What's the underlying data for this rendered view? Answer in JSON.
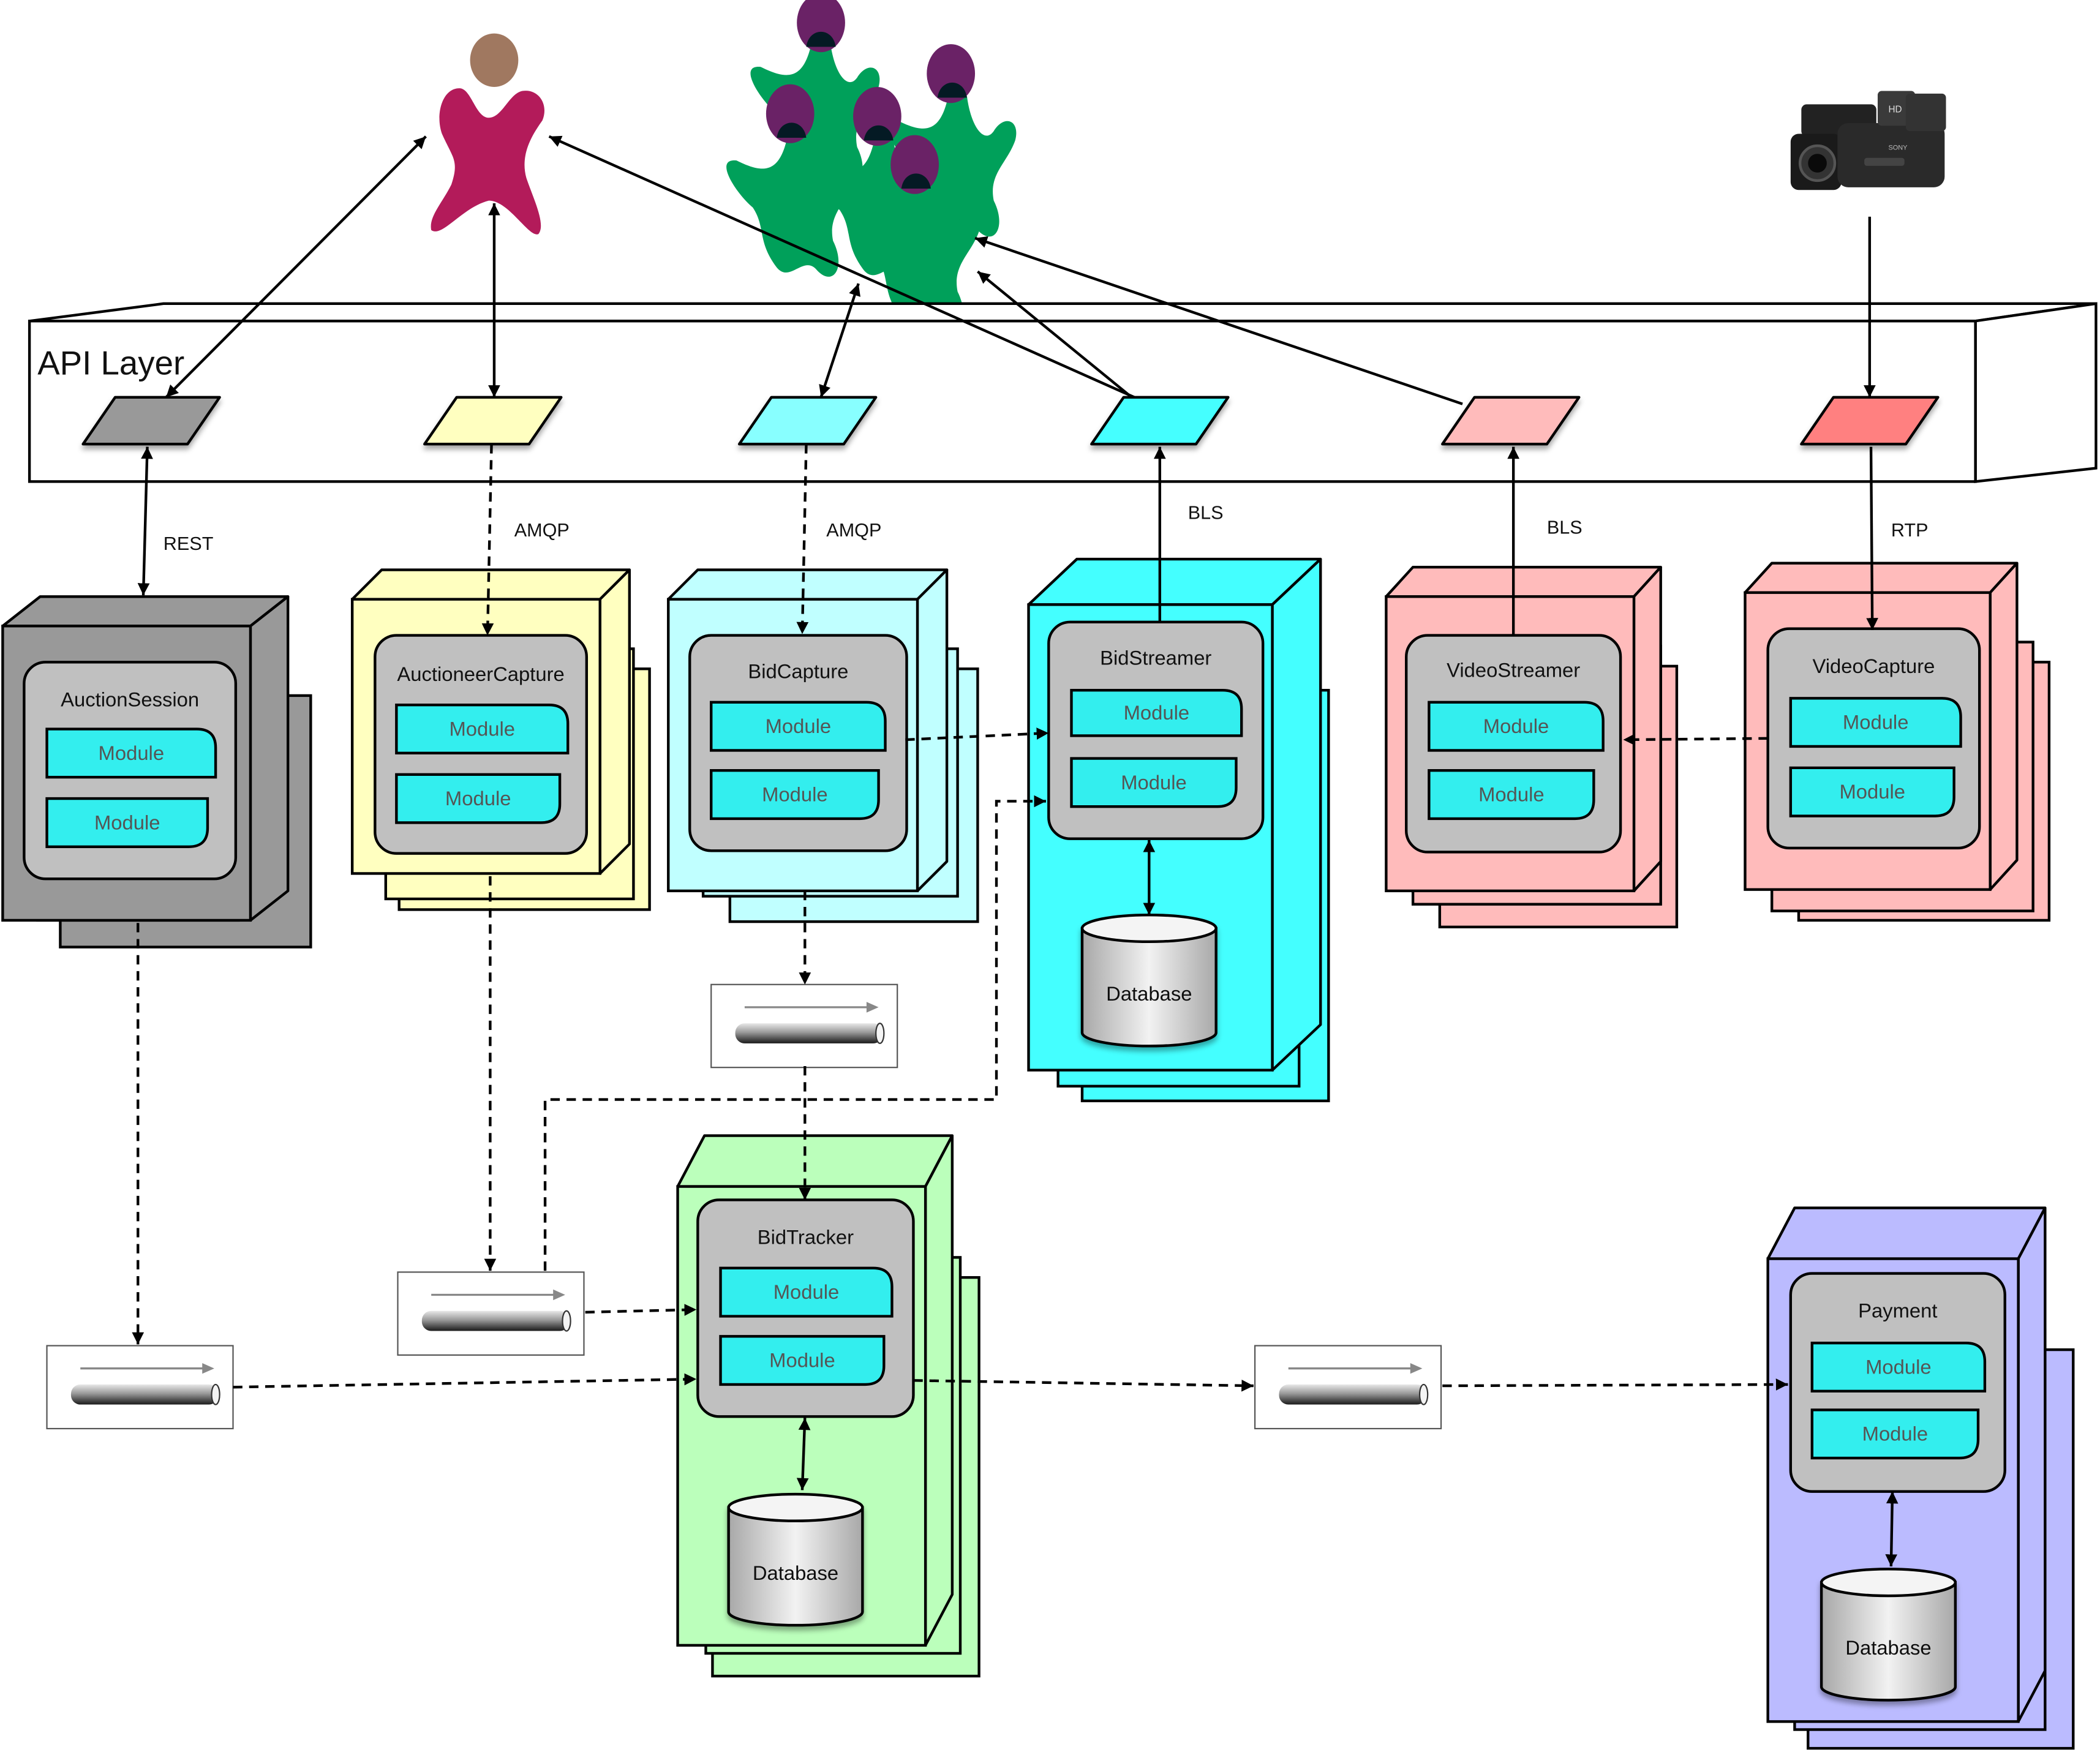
{
  "api_layer": {
    "title": "API Layer",
    "endpoints": [
      {
        "id": "auction-session-endpoint",
        "color": "#999999"
      },
      {
        "id": "auctioneer-capture-endpoint",
        "color": "#FFFFC0"
      },
      {
        "id": "bid-capture-endpoint",
        "color": "#88FFFF"
      },
      {
        "id": "bid-streamer-endpoint",
        "color": "#44FFFF"
      },
      {
        "id": "video-streamer-endpoint",
        "color": "#FFBBBB"
      },
      {
        "id": "video-capture-endpoint",
        "color": "#FF8080"
      }
    ]
  },
  "actors": {
    "auctioneer": {
      "name": "auctioneer-actor",
      "body_color": "#B31B5A",
      "head_color": "#A07860"
    },
    "bidders": {
      "name": "bidders-group",
      "body_color": "#00A05A",
      "head_color": "#6A2266",
      "count": 5
    },
    "camera": {
      "name": "video-camera",
      "brand": "SONY",
      "badge": "HD"
    }
  },
  "protocols": {
    "rest": "REST",
    "amqp_1": "AMQP",
    "amqp_2": "AMQP",
    "bls_1": "BLS",
    "bls_2": "BLS",
    "rtp": "RTP"
  },
  "services": {
    "auction_session": {
      "title": "AuctionSession",
      "color": "#999999",
      "modules": [
        "Module",
        "Module"
      ]
    },
    "auctioneer_capture": {
      "title": "AuctioneerCapture",
      "color": "#FFFFC0",
      "modules": [
        "Module",
        "Module"
      ]
    },
    "bid_capture": {
      "title": "BidCapture",
      "color": "#C0FFFF",
      "modules": [
        "Module",
        "Module"
      ]
    },
    "bid_streamer": {
      "title": "BidStreamer",
      "color": "#44FFFF",
      "modules": [
        "Module",
        "Module"
      ],
      "database": "Database"
    },
    "video_streamer": {
      "title": "VideoStreamer",
      "color": "#FFBBBB",
      "modules": [
        "Module",
        "Module"
      ]
    },
    "video_capture": {
      "title": "VideoCapture",
      "color": "#FFBBBB",
      "modules": [
        "Module",
        "Module"
      ]
    },
    "bid_tracker": {
      "title": "BidTracker",
      "color": "#BBFFBB",
      "modules": [
        "Module",
        "Module"
      ],
      "database": "Database"
    },
    "payment": {
      "title": "Payment",
      "color": "#BBBBFF",
      "modules": [
        "Module",
        "Module"
      ],
      "database": "Database"
    }
  },
  "colors": {
    "module_fill": "#33EEEE",
    "container_fill": "#C0C0C0",
    "module_text": "#555555"
  },
  "queues": [
    {
      "id": "queue-auction-session"
    },
    {
      "id": "queue-auctioneer-capture"
    },
    {
      "id": "queue-bid-capture"
    },
    {
      "id": "queue-bid-tracker"
    }
  ]
}
